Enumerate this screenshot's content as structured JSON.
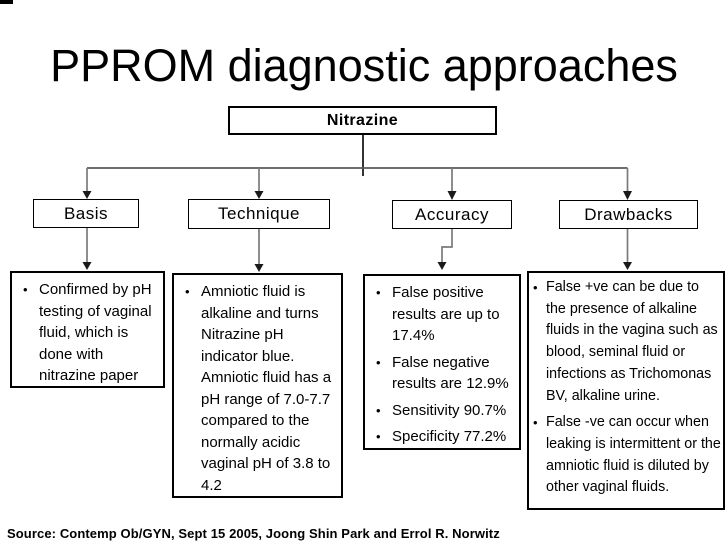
{
  "title": "PPROM diagnostic approaches",
  "root": {
    "label": "Nitrazine"
  },
  "branches": [
    {
      "header": "Basis",
      "bullets": [
        "Confirmed by pH testing of vaginal fluid, which is done with nitrazine paper"
      ]
    },
    {
      "header": "Technique",
      "bullets": [
        "Amniotic fluid is alkaline and turns Nitrazine pH indicator blue. Amniotic fluid has a pH range of 7.0-7.7 compared to the normally acidic vaginal pH of 3.8 to 4.2"
      ]
    },
    {
      "header": "Accuracy",
      "bullets": [
        "False positive results are up to 17.4%",
        "False negative results are 12.9%",
        "Sensitivity 90.7%",
        "Specificity 77.2%"
      ]
    },
    {
      "header": "Drawbacks",
      "bullets": [
        "False +ve can be due to the presence of alkaline fluids in the vagina such as blood, seminal fluid or infections as Trichomonas BV, alkaline urine.",
        "False -ve can occur when leaking is intermittent or the amniotic fluid is diluted by other vaginal fluids."
      ]
    }
  ],
  "source": {
    "text": "Source: Contemp Ob/GYN, Sept 15 2005, Joong Shin Park and Errol R. Norwitz"
  },
  "colors": {
    "background": "#ffffff",
    "box_border": "#000000",
    "text": "#000000",
    "connector_line": "#595959",
    "arrow_stem": "#7a7a7a",
    "arrow_head": "#1a1a1a"
  }
}
